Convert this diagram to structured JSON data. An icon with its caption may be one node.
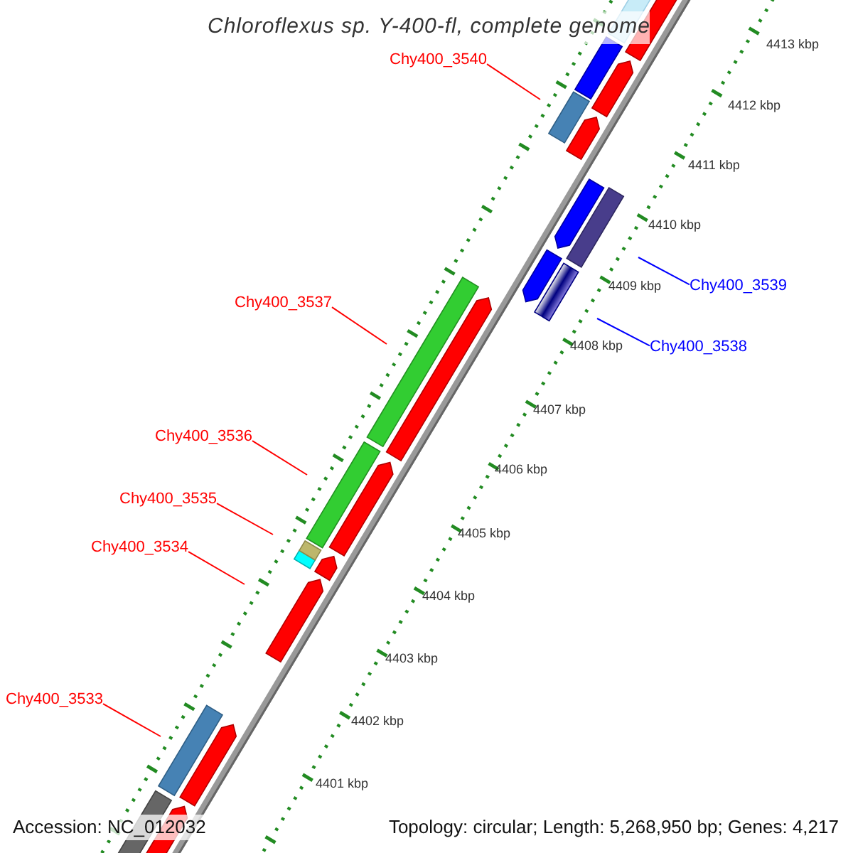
{
  "diagram": {
    "title": "Chloroflexus sp. Y-400-fl, complete genome",
    "nodes": [
      {
        "text": [
          "Chy400_3540"
        ]
      },
      {
        "text": [
          "Chy400_3537"
        ]
      },
      {
        "text": [
          "Chy400_3536"
        ]
      },
      {
        "text": [
          "Chy400_3535"
        ]
      },
      {
        "text": [
          "Chy400_3534"
        ]
      },
      {
        "text": [
          "Chy400_3533"
        ]
      },
      {
        "text": [
          "Chy400_3539"
        ]
      },
      {
        "text": [
          "Chy400_3538"
        ]
      }
    ],
    "edges": [
      {
        "from": 0,
        "to": null,
        "arrow": "none"
      },
      {
        "from": 1,
        "to": null,
        "arrow": "none"
      },
      {
        "from": 2,
        "to": null,
        "arrow": "none"
      },
      {
        "from": 3,
        "to": null,
        "arrow": "none"
      },
      {
        "from": 4,
        "to": null,
        "arrow": "none"
      },
      {
        "from": 5,
        "to": null,
        "arrow": "none"
      },
      {
        "from": 6,
        "to": null,
        "arrow": "none",
        "color": "#0000ff"
      },
      {
        "from": 7,
        "to": null,
        "arrow": "none",
        "color": "#0000ff"
      }
    ],
    "labels": [
      "4413 kbp",
      "4412 kbp",
      "4411 kbp",
      "4410 kbp",
      "4409 kbp",
      "4408 kbp",
      "4407 kbp",
      "4406 kbp",
      "4405 kbp",
      "4404 kbp",
      "4403 kbp",
      "4402 kbp",
      "4401 kbp",
      "Accession: NC_012032",
      "Topology: circular; Length: 5,268,950 bp; Genes: 4,217"
    ]
  }
}
